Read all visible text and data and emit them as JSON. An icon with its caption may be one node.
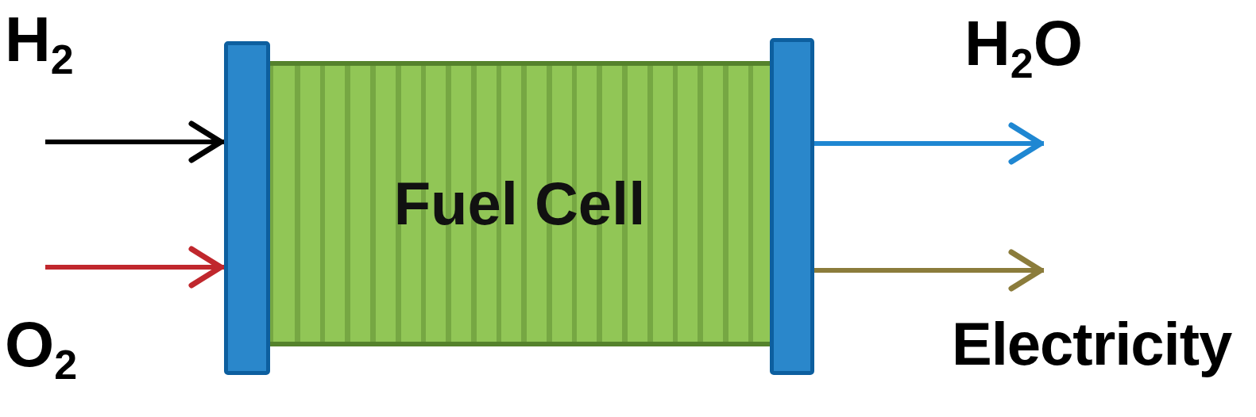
{
  "diagram": {
    "nodes": [
      {
        "text": [],
        "shape": "bar"
      },
      {
        "text": [
          "Fuel Cell"
        ]
      },
      {
        "text": [],
        "shape": "bar"
      }
    ],
    "edges": [
      {
        "from": null,
        "to": 0,
        "arrow": "to",
        "label": "H$_{2}$",
        "color": "#000000"
      },
      {
        "from": null,
        "to": 0,
        "arrow": "to",
        "label": "O$_{2}$",
        "color": "#c0272d"
      },
      {
        "from": 2,
        "to": null,
        "arrow": "to",
        "label": "H$_{2}$O",
        "color": "#1f87d2"
      },
      {
        "from": 2,
        "to": null,
        "arrow": "to",
        "label": "Electricity",
        "color": "#8b7c3b"
      }
    ]
  }
}
